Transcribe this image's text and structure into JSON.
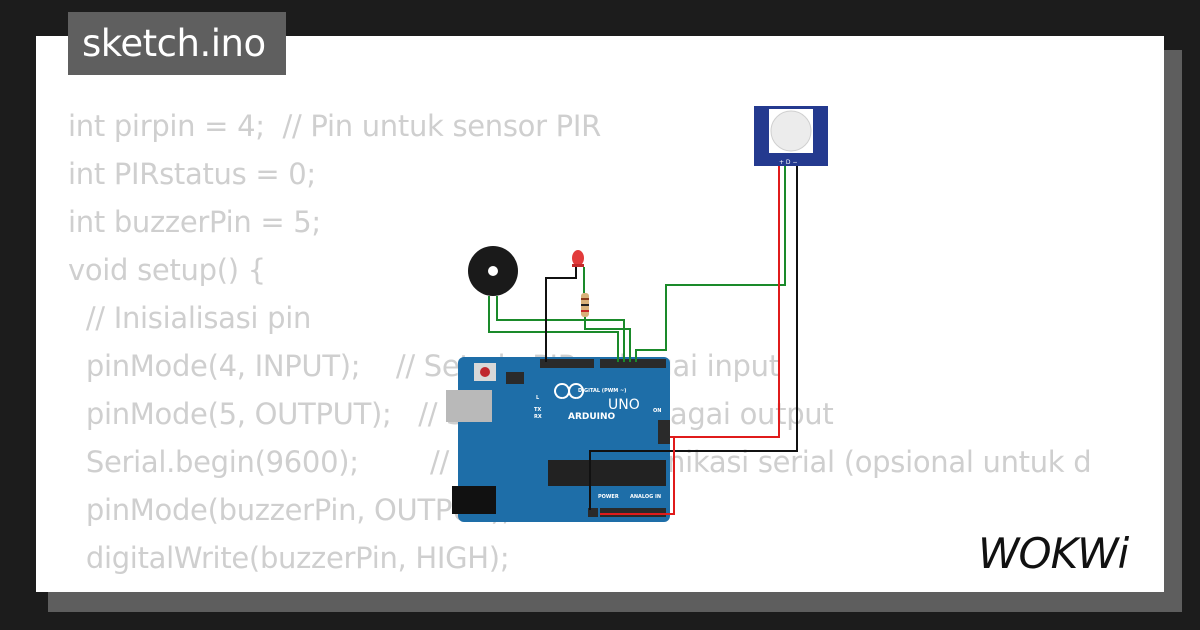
{
  "tab": {
    "filename": "sketch.ino"
  },
  "code_lines": [
    "int pirpin = 4;  // Pin untuk sensor PIR",
    "int PIRstatus = 0;",
    "int buzzerPin = 5;",
    "void setup() {",
    "  // Inisialisasi pin",
    "  pinMode(4, INPUT);    // Set pin PIR sebagai input",
    "  pinMode(5, OUTPUT);   // Set pin LED sebagai output",
    "  Serial.begin(9600);        // Memulai komunikasi serial (opsional untuk d",
    "  pinMode(buzzerPin, OUTPUT);",
    "  digitalWrite(buzzerPin, HIGH);",
    "}"
  ],
  "board": {
    "brand": "ARDUINO",
    "model": "UNO",
    "digital_label": "DIGITAL (PWM ~)",
    "power_label": "POWER",
    "analog_label": "ANALOG IN",
    "on_label": "ON",
    "l_label": "L",
    "tx_label": "TX",
    "rx_label": "RX"
  },
  "pir": {
    "pin_labels": "+ D −"
  },
  "logo": {
    "text": "WOKWi"
  },
  "colors": {
    "background": "#1c1c1c",
    "card": "#ffffff",
    "tab": "#5f5f5f",
    "code_text": "#cfcfcf",
    "board": "#1e6ea8",
    "wire_green": "#1a8a2a",
    "wire_red": "#e01b1b",
    "wire_black": "#111111"
  }
}
